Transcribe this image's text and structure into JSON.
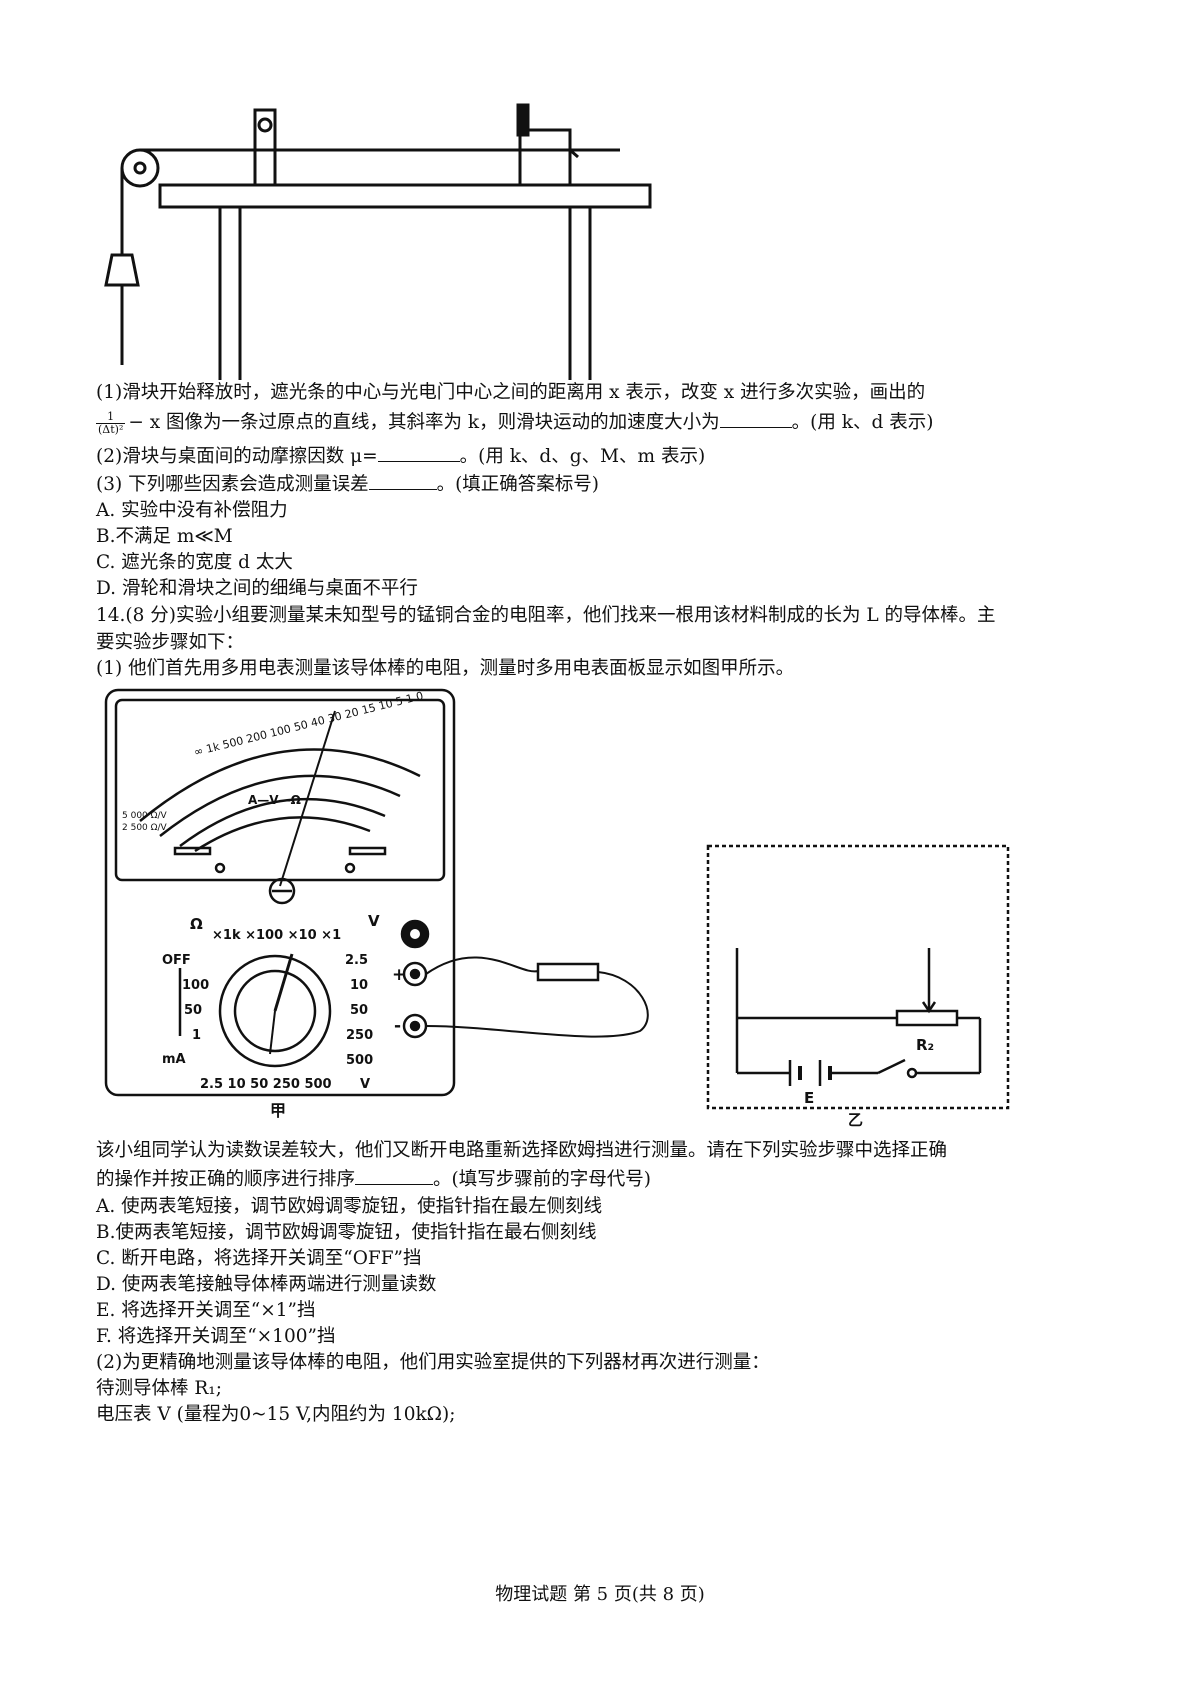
{
  "q13": {
    "p1a": "(1)滑块开始释放时，遮光条的中心与光电门中心之间的距离用 x 表示，改变 x 进行多次实验，画出的",
    "frac_num": "1",
    "frac_den": "(Δt)²",
    "p1b_mid": "− x 图像为一条过原点的直线，其斜率为 k，则滑块运动的加速度大小为",
    "p1b_end": "。(用 k、d 表示)",
    "p2a": "(2)滑块与桌面间的动摩擦因数 μ=",
    "p2b": "。(用 k、d、g、M、m 表示)",
    "p3a": "(3) 下列哪些因素会造成测量误差",
    "p3b": "。(填正确答案标号)",
    "options": [
      "A. 实验中没有补偿阻力",
      "B.不满足 m≪M",
      "C. 遮光条的宽度 d 太大",
      "D. 滑轮和滑块之间的细绳与桌面不平行"
    ]
  },
  "q14": {
    "intro1": "14.(8 分)实验小组要测量某未知型号的锰铜合金的电阻率，他们找来一根用该材料制成的长为 L 的导体棒。主",
    "intro2": "要实验步骤如下：",
    "p1": "(1) 他们首先用多用电表测量该导体棒的电阻，测量时多用电表面板显示如图甲所示。",
    "after1": "该小组同学认为读数误差较大，他们又断开电路重新选择欧姆挡进行测量。请在下列实验步骤中选择正确",
    "after2a": "的操作并按正确的顺序进行排序",
    "after2b": "。(填写步骤前的字母代号)",
    "steps": [
      "A. 使两表笔短接，调节欧姆调零旋钮，使指针指在最左侧刻线",
      "B.使两表笔短接，调节欧姆调零旋钮，使指针指在最右侧刻线",
      "C. 断开电路，将选择开关调至“OFF”挡",
      "D. 使两表笔接触导体棒两端进行测量读数",
      "E. 将选择开关调至“×1”挡",
      "F. 将选择开关调至“×100”挡"
    ],
    "p2": "(2)为更精确地测量该导体棒的电阻，他们用实验室提供的下列器材再次进行测量：",
    "item1": "待测导体棒 R₁;",
    "item2": "电压表 V (量程为0~15 V,内阻约为 10kΩ);"
  },
  "figures": {
    "meter_caption": "甲",
    "circuit_caption": "乙",
    "meter": {
      "scale_text": "A—V—Ω",
      "spec1": "5 000 Ω/V",
      "spec2": "2 500 Ω/V",
      "omega_top": "∞ 1k 500 200 100 50 40 30 20 15 10 5 1 0",
      "dial_top": "×1k  ×100  ×10  ×1",
      "omega_label": "Ω",
      "v_label": "V",
      "left_labels": [
        "OFF",
        "100",
        "50",
        "1",
        "mA"
      ],
      "right_labels": [
        "2.5",
        "10",
        "50",
        "250",
        "500"
      ],
      "bottom_labels": "2.5  10  50  250  500",
      "bottom_v": "V",
      "plus": "+",
      "minus": "-"
    },
    "circuit": {
      "r_label": "R₂",
      "e_label": "E"
    }
  },
  "footer": "物理试题 第 5 页(共 8 页)"
}
